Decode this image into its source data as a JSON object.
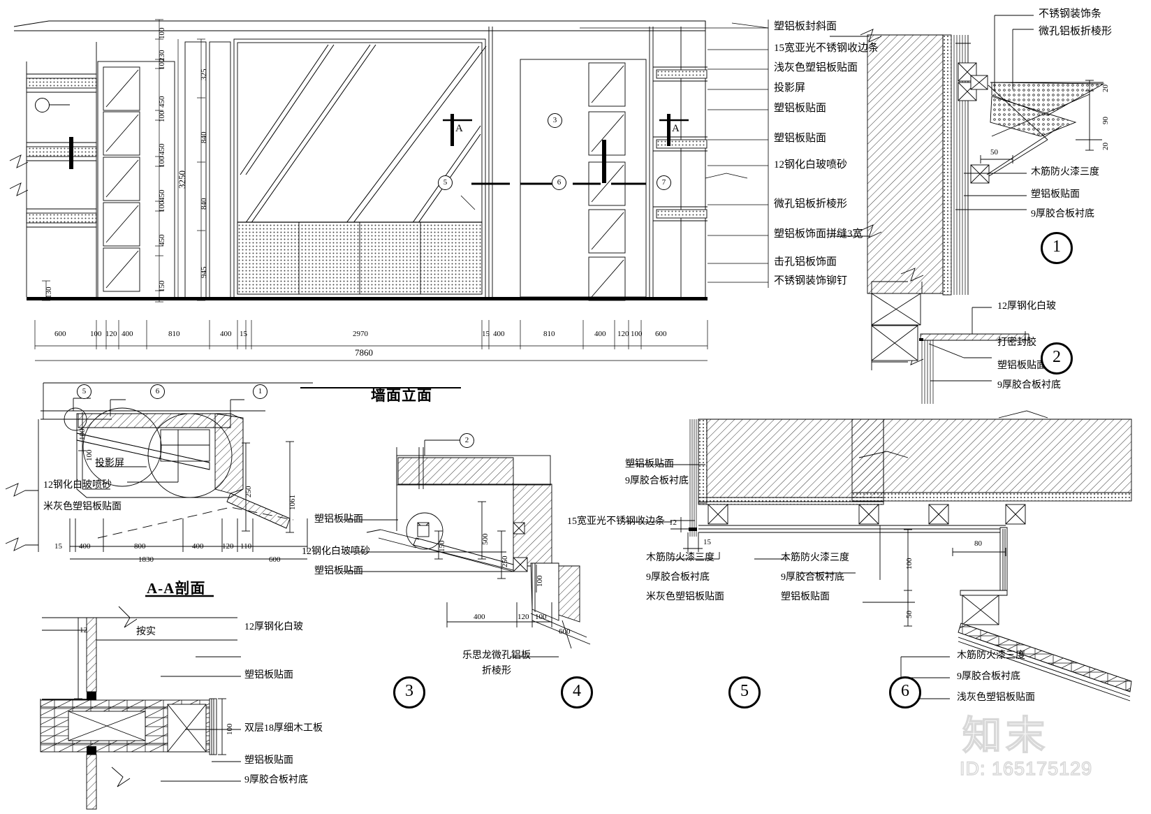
{
  "drawing": {
    "titles": {
      "elevation": "墙面立面",
      "section": "A-A剖面"
    },
    "section_marker": "A",
    "elevation": {
      "callout_labels": [
        "塑铝板封斜面",
        "15宽亚光不锈钢收边条",
        "浅灰色塑铝板贴面",
        "投影屏",
        "塑铝板贴面",
        "塑铝板贴面",
        "12钢化白玻喷砂",
        "微孔铝板折棱形",
        "塑铝板饰面拼缝3宽",
        "击孔铝板饰面",
        "不锈钢装饰铆钉"
      ],
      "detail_bubbles": [
        "3",
        "5",
        "6",
        "7"
      ],
      "vertical_dims_inner": [
        "100",
        "230",
        "100",
        "450",
        "100",
        "450",
        "100",
        "450",
        "100",
        "450",
        "150"
      ],
      "vertical_dims_outer": [
        "325",
        "840",
        "840",
        "945"
      ],
      "overall_height": "3250",
      "bottom_dim_left": "130",
      "horizontal_dims": [
        "600",
        "100",
        "120",
        "400",
        "810",
        "400",
        "15",
        "2970",
        "15",
        "400",
        "810",
        "400",
        "120",
        "100",
        "600"
      ],
      "overall_width": "7860"
    },
    "section_aa": {
      "bubbles": [
        "5",
        "6",
        "1"
      ],
      "labels": [
        "投影屏",
        "12钢化白玻喷砂",
        "米灰色塑铝板贴面"
      ],
      "dims_vertical": [
        "100",
        "100",
        "250",
        "1061"
      ],
      "dims_horizontal": [
        "15",
        "400",
        "800",
        "400",
        "120",
        "110"
      ],
      "dims_total": [
        "1830",
        "600"
      ]
    },
    "detail_bottom_left": {
      "labels": [
        "12厚钢化白玻",
        "按实",
        "塑铝板贴面",
        "双层18厚细木工板",
        "塑铝板贴面",
        "9厚胶合板衬底"
      ],
      "dims": [
        "12",
        "100"
      ]
    },
    "detail_1": {
      "number": "1",
      "labels": [
        "不锈钢装饰条",
        "微孔铝板折棱形",
        "木筋防火漆三度",
        "塑铝板贴面",
        "9厚胶合板衬底"
      ],
      "dims": [
        "20",
        "90",
        "20",
        "50"
      ]
    },
    "detail_2": {
      "number": "2",
      "labels": [
        "12厚钢化白玻",
        "打密封胶",
        "塑铝板贴面",
        "9厚胶合板衬底"
      ]
    },
    "detail_3": {
      "number": "3",
      "labels": [
        "塑铝板贴面",
        "12钢化白玻喷砂",
        "塑铝板贴面"
      ]
    },
    "detail_4": {
      "number": "4",
      "bubble": "2",
      "labels": [
        "乐思龙微孔铝板",
        "折棱形"
      ],
      "dims_vertical": [
        "150",
        "500",
        "250",
        "100"
      ],
      "dims_horizontal": [
        "400",
        "120",
        "100",
        "600"
      ]
    },
    "detail_5": {
      "number": "5",
      "labels_left": [
        "塑铝板贴面",
        "9厚胶合板衬底",
        "15宽亚光不锈钢收边条",
        "木筋防火漆三度",
        "9厚胶合板衬底",
        "米灰色塑铝板贴面"
      ],
      "dims": [
        "12",
        "15"
      ]
    },
    "detail_6": {
      "number": "6",
      "labels_mid": [
        "木筋防火漆三度",
        "9厚胶合板衬底",
        "塑铝板贴面"
      ],
      "labels_bottom": [
        "木筋防火漆三度",
        "9厚胶合板衬底",
        "浅灰色塑铝板贴面"
      ],
      "dims": [
        "100",
        "50",
        "80"
      ]
    }
  },
  "watermark": {
    "text": "知末",
    "id": "ID: 165175129"
  }
}
